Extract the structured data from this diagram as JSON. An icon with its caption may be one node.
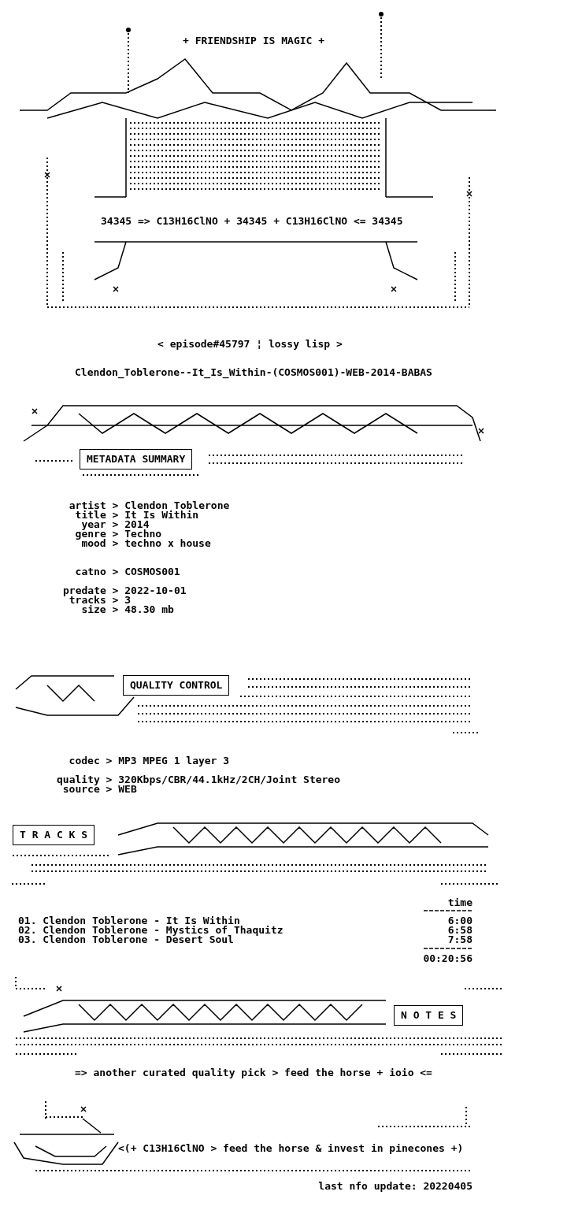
{
  "diagram": {
    "labels": [
      "+ FRIENDSHIP IS MAGIC +",
      "34345 => C13H16ClNO + 34345 + C13H16ClNO <= 34345",
      "< episode#45797 ¦ lossy lisp >",
      "Clendon_Toblerone--It_Is_Within-(COSMOS001)-WEB-2014-BABAS",
      "METADATA SUMMARY",
      "artist > Clendon Toblerone",
      "title > It Is Within",
      "year > 2014",
      "genre > Techno",
      "mood > techno x house",
      "catno > COSMOS001",
      "predate > 2022-10-01",
      "tracks > 3",
      "size > 48.30 mb",
      "QUALITY CONTROL",
      "codec > MP3 MPEG 1 layer 3",
      "quality > 320Kbps/CBR/44.1kHz/2CH/Joint Stereo",
      "source > WEB",
      "T R A C K S",
      "time",
      "01. Clendon Toblerone - It Is Within",
      "6:00",
      "02. Clendon Toblerone - Mystics of Thaquitz",
      "6:58",
      "03. Clendon Toblerone - Desert Soul",
      "7:58",
      "00:20:56",
      "N O T E S",
      "=> another curated quality pick > feed the horse + ioio <=",
      "<(+ C13H16ClNO > feed the horse & invest in pinecones +)",
      "last nfo update: 20220405"
    ]
  }
}
